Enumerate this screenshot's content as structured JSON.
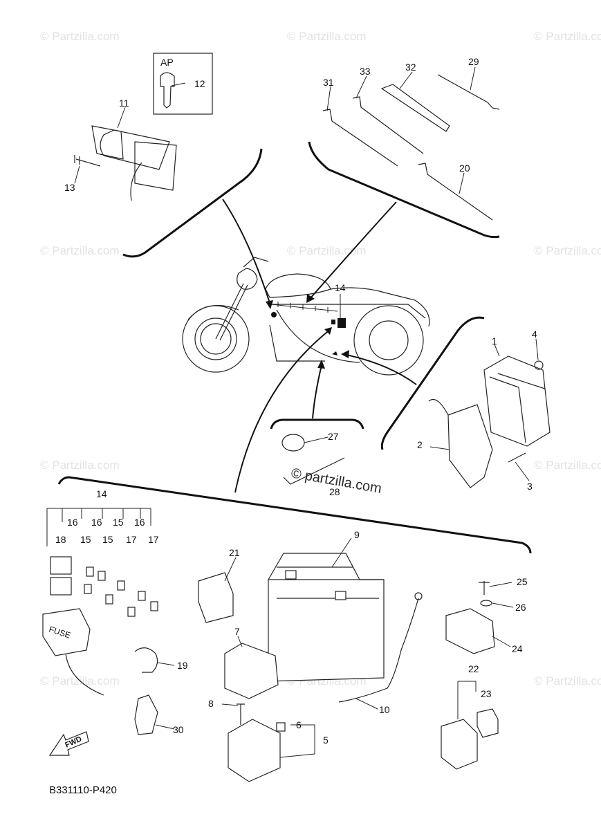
{
  "diagram": {
    "code": "B331110-P420",
    "key_box_label": "AP",
    "fwd_label": "FWD",
    "fuse_label": "FUSE",
    "watermark": "© Partzilla.com",
    "watermark_center": "© partzilla.com",
    "callouts": {
      "p1": "1",
      "p2": "2",
      "p3": "3",
      "p4": "4",
      "p5": "5",
      "p6": "6",
      "p7": "7",
      "p8": "8",
      "p9": "9",
      "p10": "10",
      "p11": "11",
      "p12": "12",
      "p13": "13",
      "p14a": "14",
      "p14b": "14",
      "p15a": "15",
      "p15b": "15",
      "p15c": "15",
      "p16a": "16",
      "p16b": "16",
      "p16c": "16",
      "p17a": "17",
      "p17b": "17",
      "p18": "18",
      "p19": "19",
      "p20": "20",
      "p21": "21",
      "p22": "22",
      "p23": "23",
      "p24": "24",
      "p25": "25",
      "p26": "26",
      "p27": "27",
      "p28": "28",
      "p29": "29",
      "p30": "30",
      "p31": "31",
      "p32": "32",
      "p33": "33"
    }
  }
}
